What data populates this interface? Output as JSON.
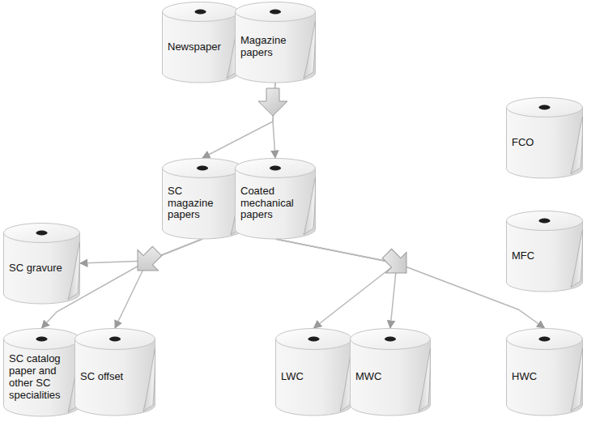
{
  "diagram": {
    "nodes": [
      {
        "text": [
          "Newspaper"
        ]
      },
      {
        "text": [
          "Magazine papers"
        ]
      },
      {
        "text": [
          "FCO"
        ]
      },
      {
        "text": [
          "SC magazine papers"
        ]
      },
      {
        "text": [
          "Coated mechanical papers"
        ]
      },
      {
        "text": [
          "MFC"
        ]
      },
      {
        "text": [
          "SC gravure"
        ]
      },
      {
        "text": [
          "SC catalog paper and other SC specialities"
        ]
      },
      {
        "text": [
          "SC offset"
        ]
      },
      {
        "text": [
          "LWC"
        ]
      },
      {
        "text": [
          "MWC"
        ]
      },
      {
        "text": [
          "HWC"
        ]
      }
    ],
    "edges": [
      {
        "from": 1,
        "to": 3,
        "arrow": "to"
      },
      {
        "from": 1,
        "to": 4,
        "arrow": "to"
      },
      {
        "from": 3,
        "to": 6,
        "arrow": "to"
      },
      {
        "from": 3,
        "to": 7,
        "arrow": "to"
      },
      {
        "from": 3,
        "to": 8,
        "arrow": "to"
      },
      {
        "from": 4,
        "to": 9,
        "arrow": "to"
      },
      {
        "from": 4,
        "to": 10,
        "arrow": "to"
      },
      {
        "from": 4,
        "to": 11,
        "arrow": "to"
      }
    ]
  }
}
